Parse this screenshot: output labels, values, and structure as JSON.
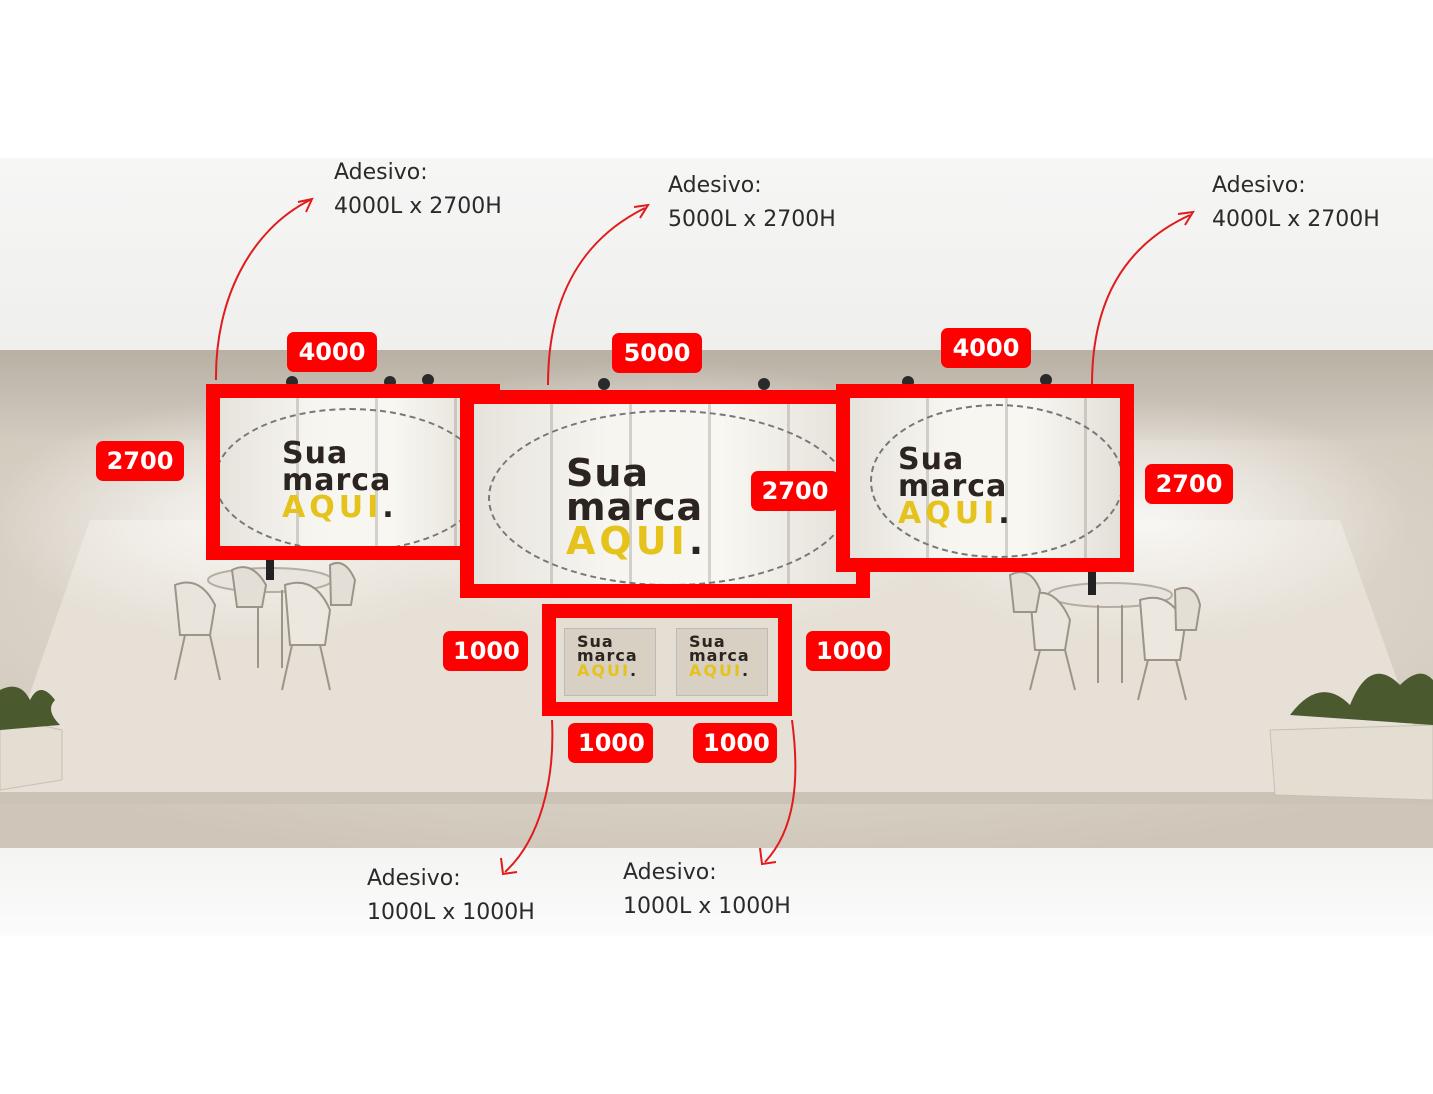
{
  "colors": {
    "accent": "#ff0000",
    "brand_dark": "#2b2420",
    "brand_yellow": "#e5c21c",
    "floor": "#d9d2c7",
    "wall": "#cfc7bb"
  },
  "brand": {
    "line1": "Sua",
    "line2": "marca",
    "line3": "AQUI",
    "dot": "."
  },
  "notes": [
    {
      "title": "Adesivo:",
      "size": "4000L x 2700H"
    },
    {
      "title": "Adesivo:",
      "size": "5000L x 2700H"
    },
    {
      "title": "Adesivo:",
      "size": "4000L x 2700H"
    },
    {
      "title": "Adesivo:",
      "size": "1000L x 1000H"
    },
    {
      "title": "Adesivo:",
      "size": "1000L x 1000H"
    }
  ],
  "dimensions": {
    "left_width": "4000",
    "left_height": "2700",
    "center_width": "5000",
    "center_height": "2700",
    "right_width": "4000",
    "right_height": "2700",
    "small_left_height": "1000",
    "small_right_height": "1000",
    "small_left_width": "1000",
    "small_right_width": "1000"
  }
}
